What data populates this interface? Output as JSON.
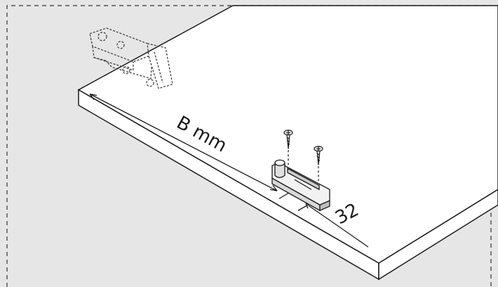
{
  "labels": {
    "width": "B mm",
    "offset": "32"
  },
  "colors": {
    "background": "#e6e6e6",
    "panel_face": "#ffffff",
    "stroke": "#1a1a1a",
    "hidden_line": "#333333"
  },
  "icons": {
    "hinge": "cup-hinge-outline",
    "plate": "mounting-plate",
    "screw": "wood-screw"
  }
}
